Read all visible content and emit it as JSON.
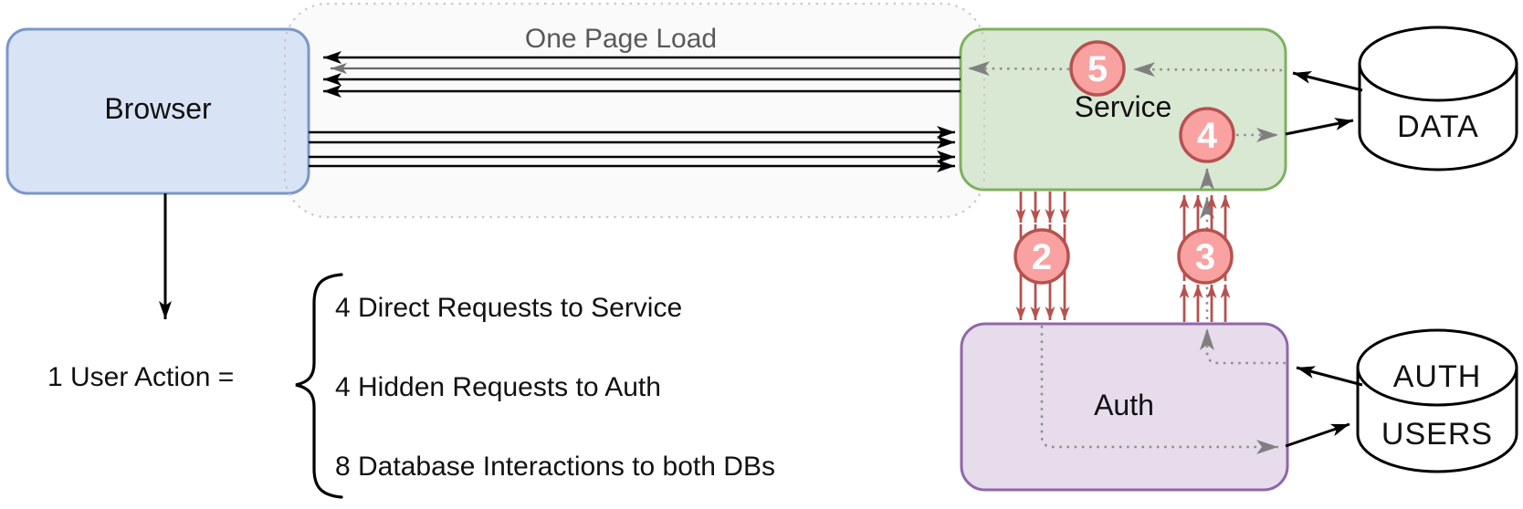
{
  "diagram": {
    "nodes": {
      "browser": {
        "label": "Browser"
      },
      "one_page_load": {
        "label": "One Page Load"
      },
      "service": {
        "label": "Service"
      },
      "auth": {
        "label": "Auth"
      },
      "data_db": {
        "label": "DATA"
      },
      "auth_users_db": {
        "line1": "AUTH",
        "line2": "USERS"
      }
    },
    "steps": {
      "two": "2",
      "three": "3",
      "four": "4",
      "five": "5"
    },
    "legend": {
      "lhs": "1 User Action =",
      "items": [
        "4 Direct Requests to Service",
        "4 Hidden Requests to Auth",
        "8 Database Interactions to both DBs"
      ]
    },
    "colors": {
      "browser_fill": "#d8e4f5",
      "browser_stroke": "#7b97c9",
      "service_fill": "#d9e8d3",
      "service_stroke": "#7eb15e",
      "auth_fill": "#e6dcec",
      "auth_stroke": "#9166a8",
      "step_circle_fill": "#f9a2a1",
      "step_circle_stroke": "#b5524f",
      "red_arrow": "#b5524f",
      "gray_flow": "#8f8f8f",
      "container_fill": "#fafafa",
      "container_stroke": "#c9c9c9",
      "arrow_black": "#000000",
      "container_label_gray": "#595959"
    }
  }
}
